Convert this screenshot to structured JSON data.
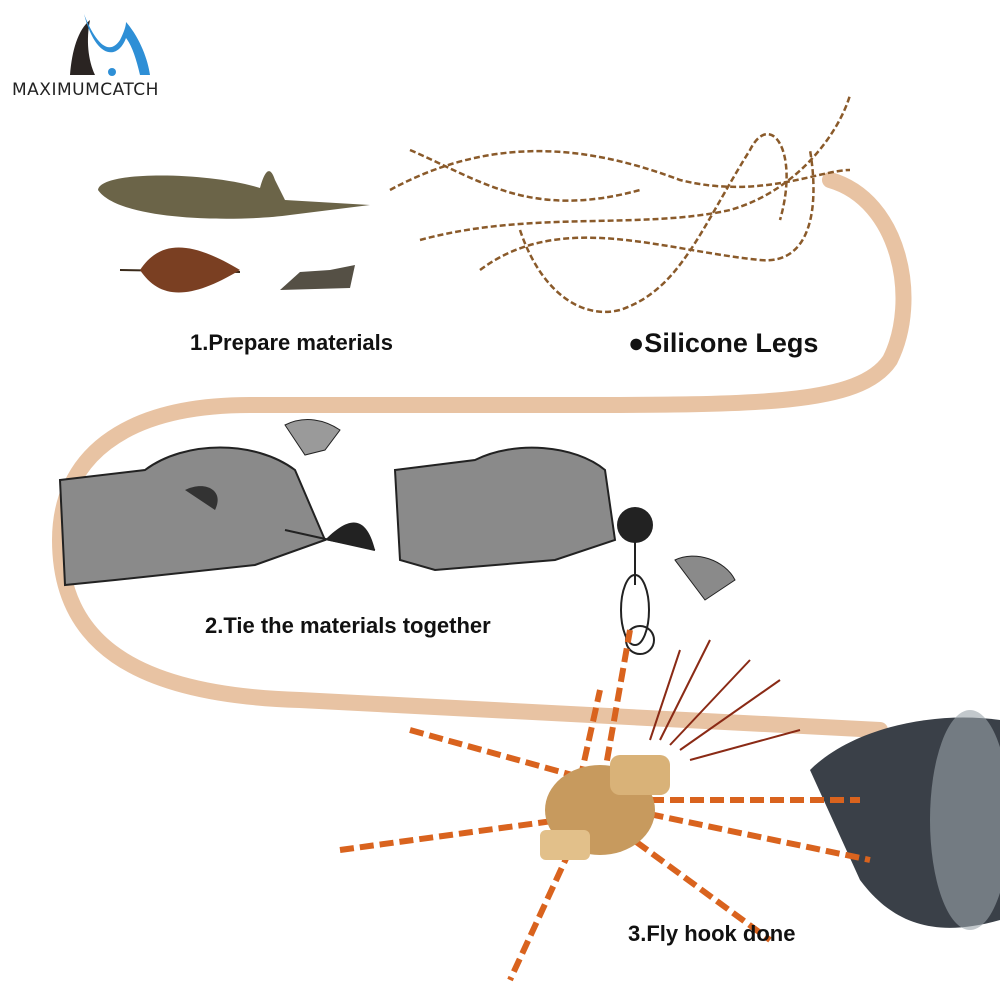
{
  "brand": {
    "name": "MAXIMUMCATCH",
    "colors": {
      "dark": "#2a2422",
      "blue": "#2e8fd6"
    }
  },
  "steps": [
    {
      "label": "1.Prepare materials"
    },
    {
      "label": "2.Tie the materials together"
    },
    {
      "label": "3.Fly hook done"
    }
  ],
  "material_label": "●Silicone Legs",
  "colors": {
    "path": "#e8c3a3",
    "leg_orange": "#d9631e",
    "leg_black": "#1a1a1a",
    "hand_gray": "#8a8a8a"
  }
}
